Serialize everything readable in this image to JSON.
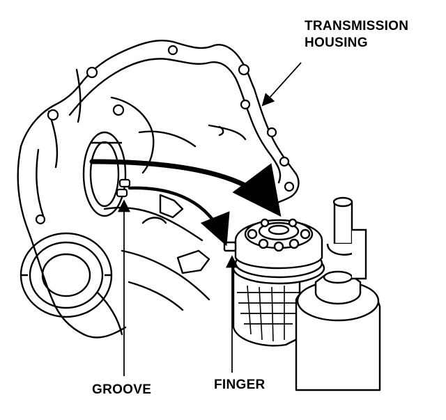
{
  "labels": {
    "housing_line1": "TRANSMISSION",
    "housing_line2": "HOUSING",
    "groove": "GROOVE",
    "finger": "FINGER"
  },
  "colors": {
    "ink": "#000000",
    "paper": "#ffffff"
  }
}
